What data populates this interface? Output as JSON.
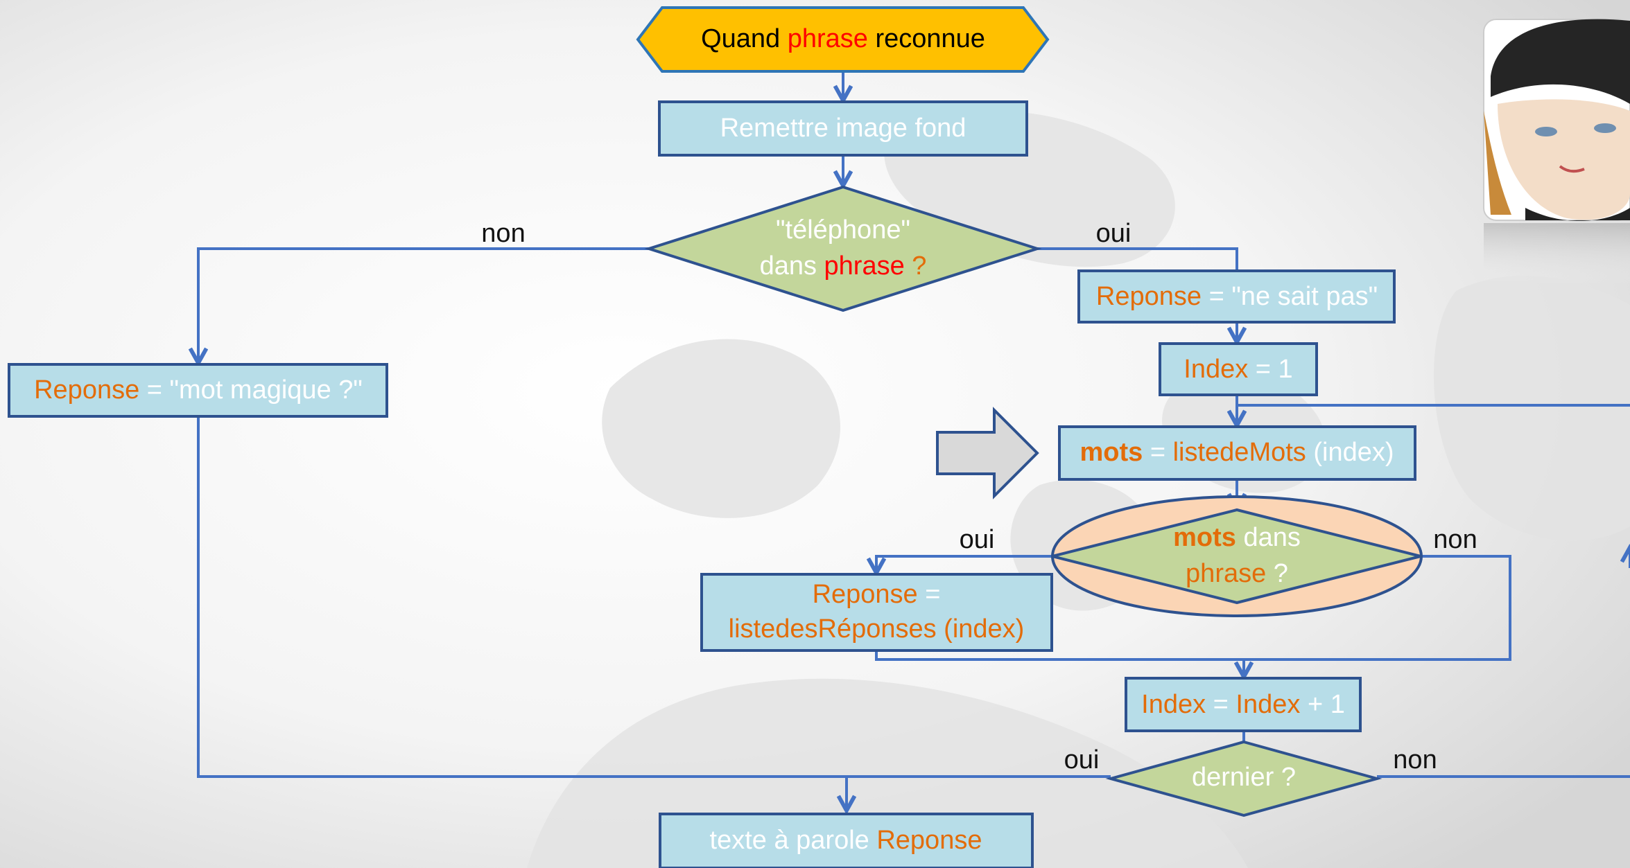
{
  "colors": {
    "box_fill": "#b7dde8",
    "box_stroke": "#2e528f",
    "diamond_fill": "#c3d69b",
    "diamond_stroke": "#2e528f",
    "start_fill": "#ffc000",
    "start_stroke": "#2e75b6",
    "ellipse_fill": "#fbd5b5",
    "connector": "#4472c4",
    "text_white": "#ffffff",
    "text_orange": "#e36c09",
    "text_red": "#ff0000",
    "text_black": "#000000",
    "arrow_fill": "#d9d9d9",
    "arrow_stroke": "#2e528f"
  },
  "nodes": {
    "start": {
      "lines": [
        [
          {
            "t": "Quand ",
            "c": "text_black"
          },
          {
            "t": "phrase",
            "c": "text_red"
          },
          {
            "t": " reconnue",
            "c": "text_black"
          }
        ]
      ]
    },
    "reset_image": {
      "lines": [
        [
          {
            "t": "Remettre image fond",
            "c": "text_white"
          }
        ]
      ]
    },
    "check_telephone": {
      "lines": [
        [
          {
            "t": "\"téléphone\"",
            "c": "text_white"
          }
        ],
        [
          {
            "t": "dans ",
            "c": "text_white"
          },
          {
            "t": "phrase",
            "c": "text_red"
          },
          {
            "t": " ?",
            "c": "text_orange"
          }
        ]
      ]
    },
    "reponse_ne_sait_pas": {
      "lines": [
        [
          {
            "t": "Reponse",
            "c": "text_orange"
          },
          {
            "t": " = \"ne sait pas\"",
            "c": "text_white"
          }
        ]
      ]
    },
    "index_init": {
      "lines": [
        [
          {
            "t": "Index",
            "c": "text_orange"
          },
          {
            "t": " = 1",
            "c": "text_white"
          }
        ]
      ]
    },
    "reponse_mot_magique": {
      "lines": [
        [
          {
            "t": "Reponse",
            "c": "text_orange"
          },
          {
            "t": " = \"mot magique ?\"",
            "c": "text_white"
          }
        ]
      ]
    },
    "mots_assign": {
      "lines": [
        [
          {
            "t": "mots",
            "c": "text_orange",
            "b": true
          },
          {
            "t": " = ",
            "c": "text_white"
          },
          {
            "t": "listedeMots",
            "c": "text_orange"
          },
          {
            "t": " (index)",
            "c": "text_white"
          }
        ]
      ]
    },
    "check_mots": {
      "lines": [
        [
          {
            "t": "mots",
            "c": "text_orange",
            "b": true
          },
          {
            "t": " dans",
            "c": "text_white"
          }
        ],
        [
          {
            "t": "phrase",
            "c": "text_orange"
          },
          {
            "t": " ?",
            "c": "text_white"
          }
        ]
      ]
    },
    "reponse_liste": {
      "lines": [
        [
          {
            "t": "Reponse",
            "c": "text_orange"
          },
          {
            "t": " =",
            "c": "text_white"
          }
        ],
        [
          {
            "t": "listedesRéponses (index)",
            "c": "text_orange"
          }
        ]
      ]
    },
    "index_increment": {
      "lines": [
        [
          {
            "t": "Index",
            "c": "text_orange"
          },
          {
            "t": " = ",
            "c": "text_white"
          },
          {
            "t": "Index",
            "c": "text_orange"
          },
          {
            "t": " + 1",
            "c": "text_white"
          }
        ]
      ]
    },
    "check_dernier": {
      "lines": [
        [
          {
            "t": "dernier ?",
            "c": "text_white"
          }
        ]
      ]
    },
    "speak": {
      "lines": [
        [
          {
            "t": "texte à parole ",
            "c": "text_white"
          },
          {
            "t": "Reponse",
            "c": "text_orange"
          }
        ]
      ]
    }
  },
  "labels": {
    "telephone_no": "non",
    "telephone_yes": "oui",
    "mots_yes": "oui",
    "mots_no": "non",
    "dernier_yes": "oui",
    "dernier_no": "non"
  },
  "icons": {
    "current_step": "arrow-right-icon",
    "portrait": "portrait-illustration"
  }
}
